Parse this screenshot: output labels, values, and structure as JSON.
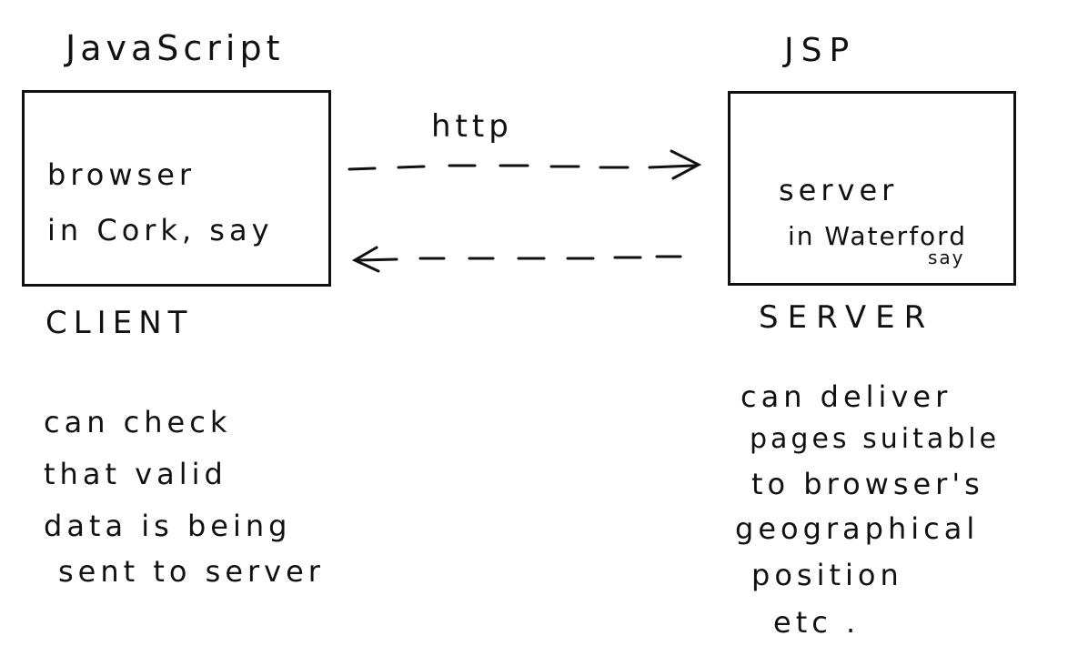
{
  "client": {
    "tech_label": "JavaScript",
    "box_line1": "browser",
    "box_line2": "in Cork, say",
    "role_label": "CLIENT",
    "notes": [
      "can check",
      "that valid",
      "data is being",
      "sent to server"
    ]
  },
  "server": {
    "tech_label": "JSP",
    "box_line1": "server",
    "box_line2": "in Waterford",
    "box_line3": "say",
    "role_label": "SERVER",
    "notes": [
      "can deliver",
      "pages suitable",
      "to browser's",
      "geographical",
      "position",
      "etc ."
    ]
  },
  "connection": {
    "label": "http"
  },
  "colors": {
    "ink": "#111111",
    "background": "#ffffff"
  }
}
